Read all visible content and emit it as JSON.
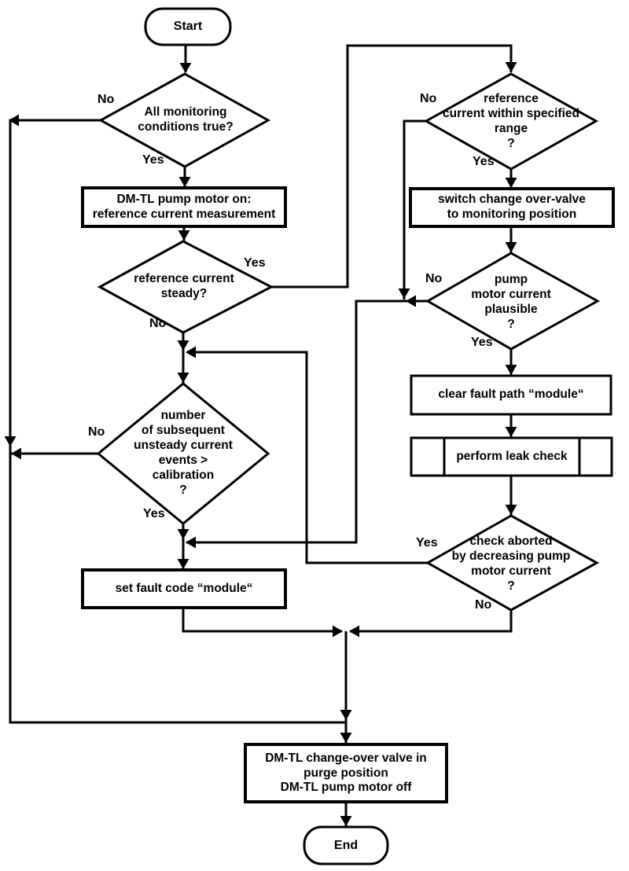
{
  "diagram": {
    "colors": {
      "line": "#000000",
      "background": "#ffffff"
    },
    "nodes": {
      "start": {
        "type": "terminator",
        "label": "Start"
      },
      "d1": {
        "type": "decision",
        "label": "All monitoring\nconditions true?"
      },
      "b1": {
        "type": "process",
        "label": "DM-TL pump motor on:\nreference current measurement"
      },
      "d2": {
        "type": "decision",
        "label": "reference current\nsteady?"
      },
      "d3": {
        "type": "decision",
        "label": "number\nof subsequent\nunsteady current\nevents >\ncalibration\n?"
      },
      "b2": {
        "type": "process",
        "label": "set fault code “module“"
      },
      "d4": {
        "type": "decision",
        "label": "reference\ncurrent within specified\nrange\n?"
      },
      "b3": {
        "type": "process",
        "label": "switch change over-valve\nto monitoring position"
      },
      "d5": {
        "type": "decision",
        "label": "pump\nmotor current\nplausible\n?"
      },
      "b4": {
        "type": "process",
        "label": "clear fault path “module“"
      },
      "b5": {
        "type": "predefined-process",
        "label": "perform leak check"
      },
      "d6": {
        "type": "decision",
        "label": "check aborted\nby decreasing pump\nmotor current\n?"
      },
      "b6": {
        "type": "process",
        "label": "DM-TL change-over valve in\npurge position\nDM-TL pump motor off"
      },
      "end": {
        "type": "terminator",
        "label": "End"
      }
    },
    "edge_labels": {
      "d1_no": "No",
      "d1_yes": "Yes",
      "d2_yes": "Yes",
      "d2_no": "No",
      "d3_no": "No",
      "d3_yes": "Yes",
      "d4_no": "No",
      "d4_yes": "Yes",
      "d5_no": "No",
      "d5_yes": "Yes",
      "d6_yes": "Yes",
      "d6_no": "No"
    }
  }
}
